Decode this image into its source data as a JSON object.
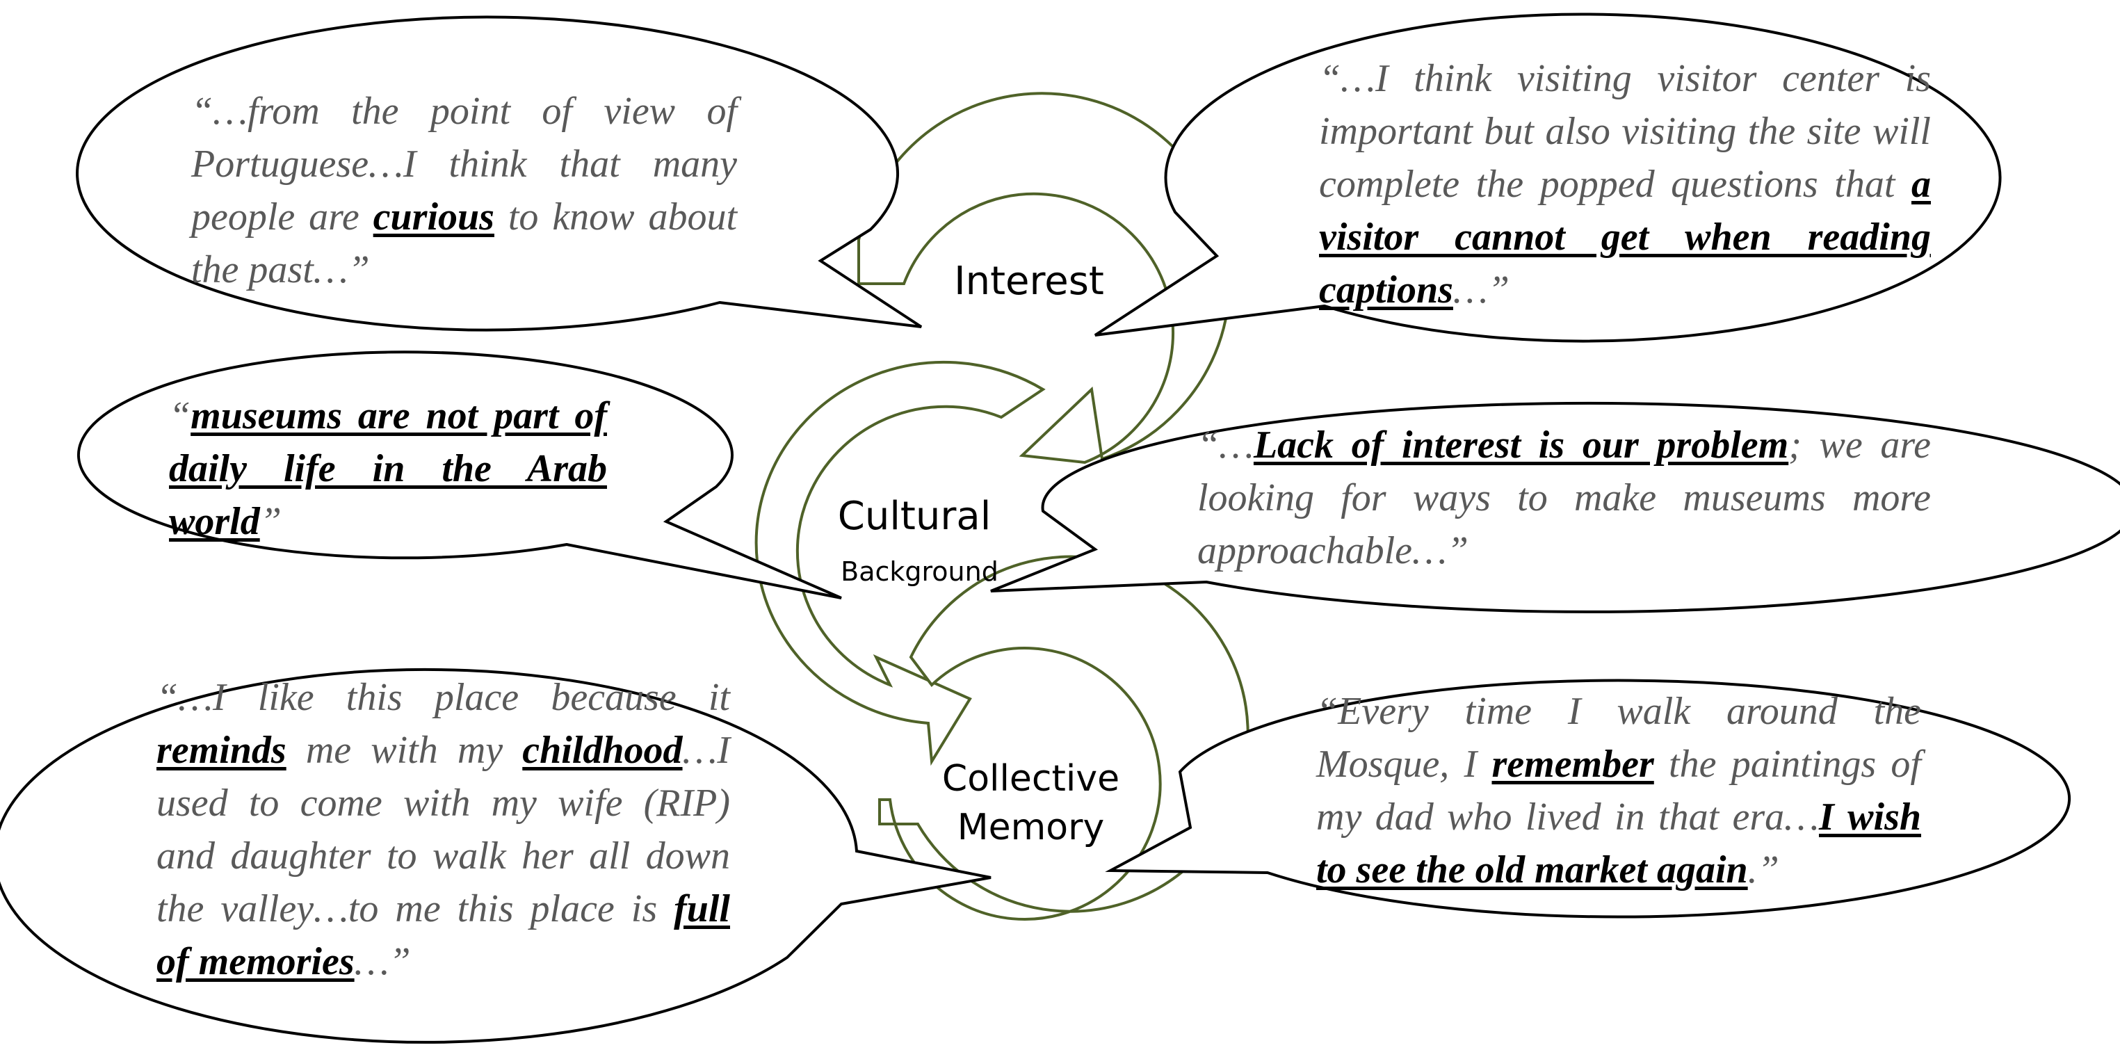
{
  "labels": {
    "interest": "Interest",
    "cultural": "Cultural",
    "background": "Background",
    "collective_1": "Collective",
    "collective_2": "Memory"
  },
  "quotes": {
    "q1": {
      "p1": "“…from the point of view of Portuguese…I think that many people are ",
      "k1": "curious",
      "p2": " to know about the past…”"
    },
    "q2": {
      "p1": "“…I think visiting visitor center is important but also visiting the site will complete the popped questions that ",
      "k1": "a visitor cannot get when reading captions",
      "p2": "…”"
    },
    "q3": {
      "p1": "“",
      "k1": "museums are not part of daily life in the Arab world",
      "p2": "”"
    },
    "q4": {
      "p1": "“…",
      "k1": "Lack of interest is our problem",
      "p2": "; we are looking for ways to make museums more approachable…”"
    },
    "q5": {
      "p1": "“…I like this place because it ",
      "k1": "reminds",
      "p2": " me with my ",
      "k2": "childhood",
      "p3": "…I used to come with my wife (RIP) and daughter to walk her all down the valley…to me this place is ",
      "k3": "full of memories",
      "p4": "…”"
    },
    "q6": {
      "p1": "“Every time I walk around the Mosque, I ",
      "k1": "remember",
      "p2": " the paintings of my dad who lived in that era…",
      "k2": "I wish to see the old market again",
      "p3": ".”"
    }
  },
  "colors": {
    "arrow_stroke": "#4f6228",
    "bubble_stroke": "#000000",
    "quote_text": "#595959",
    "keyword_text": "#000000"
  }
}
